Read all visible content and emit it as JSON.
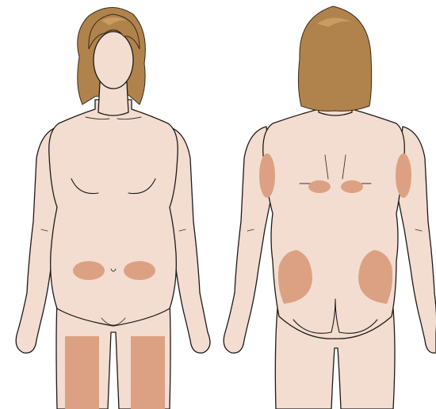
{
  "diagram": {
    "views": [
      {
        "id": "front",
        "label": ""
      },
      {
        "id": "back",
        "label": ""
      }
    ],
    "injection_zones": {
      "front": [
        "abdomen-left",
        "abdomen-right",
        "thigh-left",
        "thigh-right"
      ],
      "back": [
        "upper-arm-left",
        "upper-arm-right",
        "scapula-left",
        "scapula-right",
        "buttock-left",
        "buttock-right"
      ]
    }
  },
  "colors": {
    "skin": "#f3ddd0",
    "zone": "#dca183",
    "hair": "#b0834c",
    "hair_highlight": "#c89c62",
    "outline": "#1e1a18",
    "background": "#ffffff"
  }
}
